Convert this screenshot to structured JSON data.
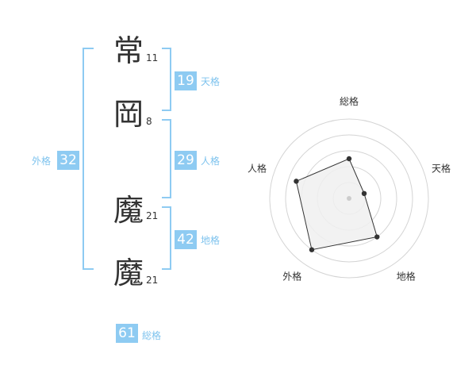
{
  "name": [
    {
      "char": "常",
      "strokes": "11"
    },
    {
      "char": "岡",
      "strokes": "8"
    },
    {
      "char": "魔",
      "strokes": "21"
    },
    {
      "char": "魔",
      "strokes": "21"
    }
  ],
  "fortunes": {
    "tenkaku": {
      "value": "19",
      "label": "天格"
    },
    "jinkaku": {
      "value": "29",
      "label": "人格"
    },
    "chikaku": {
      "value": "42",
      "label": "地格"
    },
    "gaikaku": {
      "value": "32",
      "label": "外格"
    },
    "soukaku": {
      "value": "61",
      "label": "総格"
    }
  },
  "chart_data": {
    "type": "radar",
    "axes": [
      "総格",
      "天格",
      "地格",
      "外格",
      "人格"
    ],
    "values": [
      2.5,
      1,
      3,
      4,
      3.5
    ],
    "range": [
      0,
      5
    ],
    "rings": 5,
    "colors": {
      "fill": "#f0f0f0",
      "line": "#333333",
      "grid": "#d4d4d4",
      "center": "#cccccc"
    }
  }
}
